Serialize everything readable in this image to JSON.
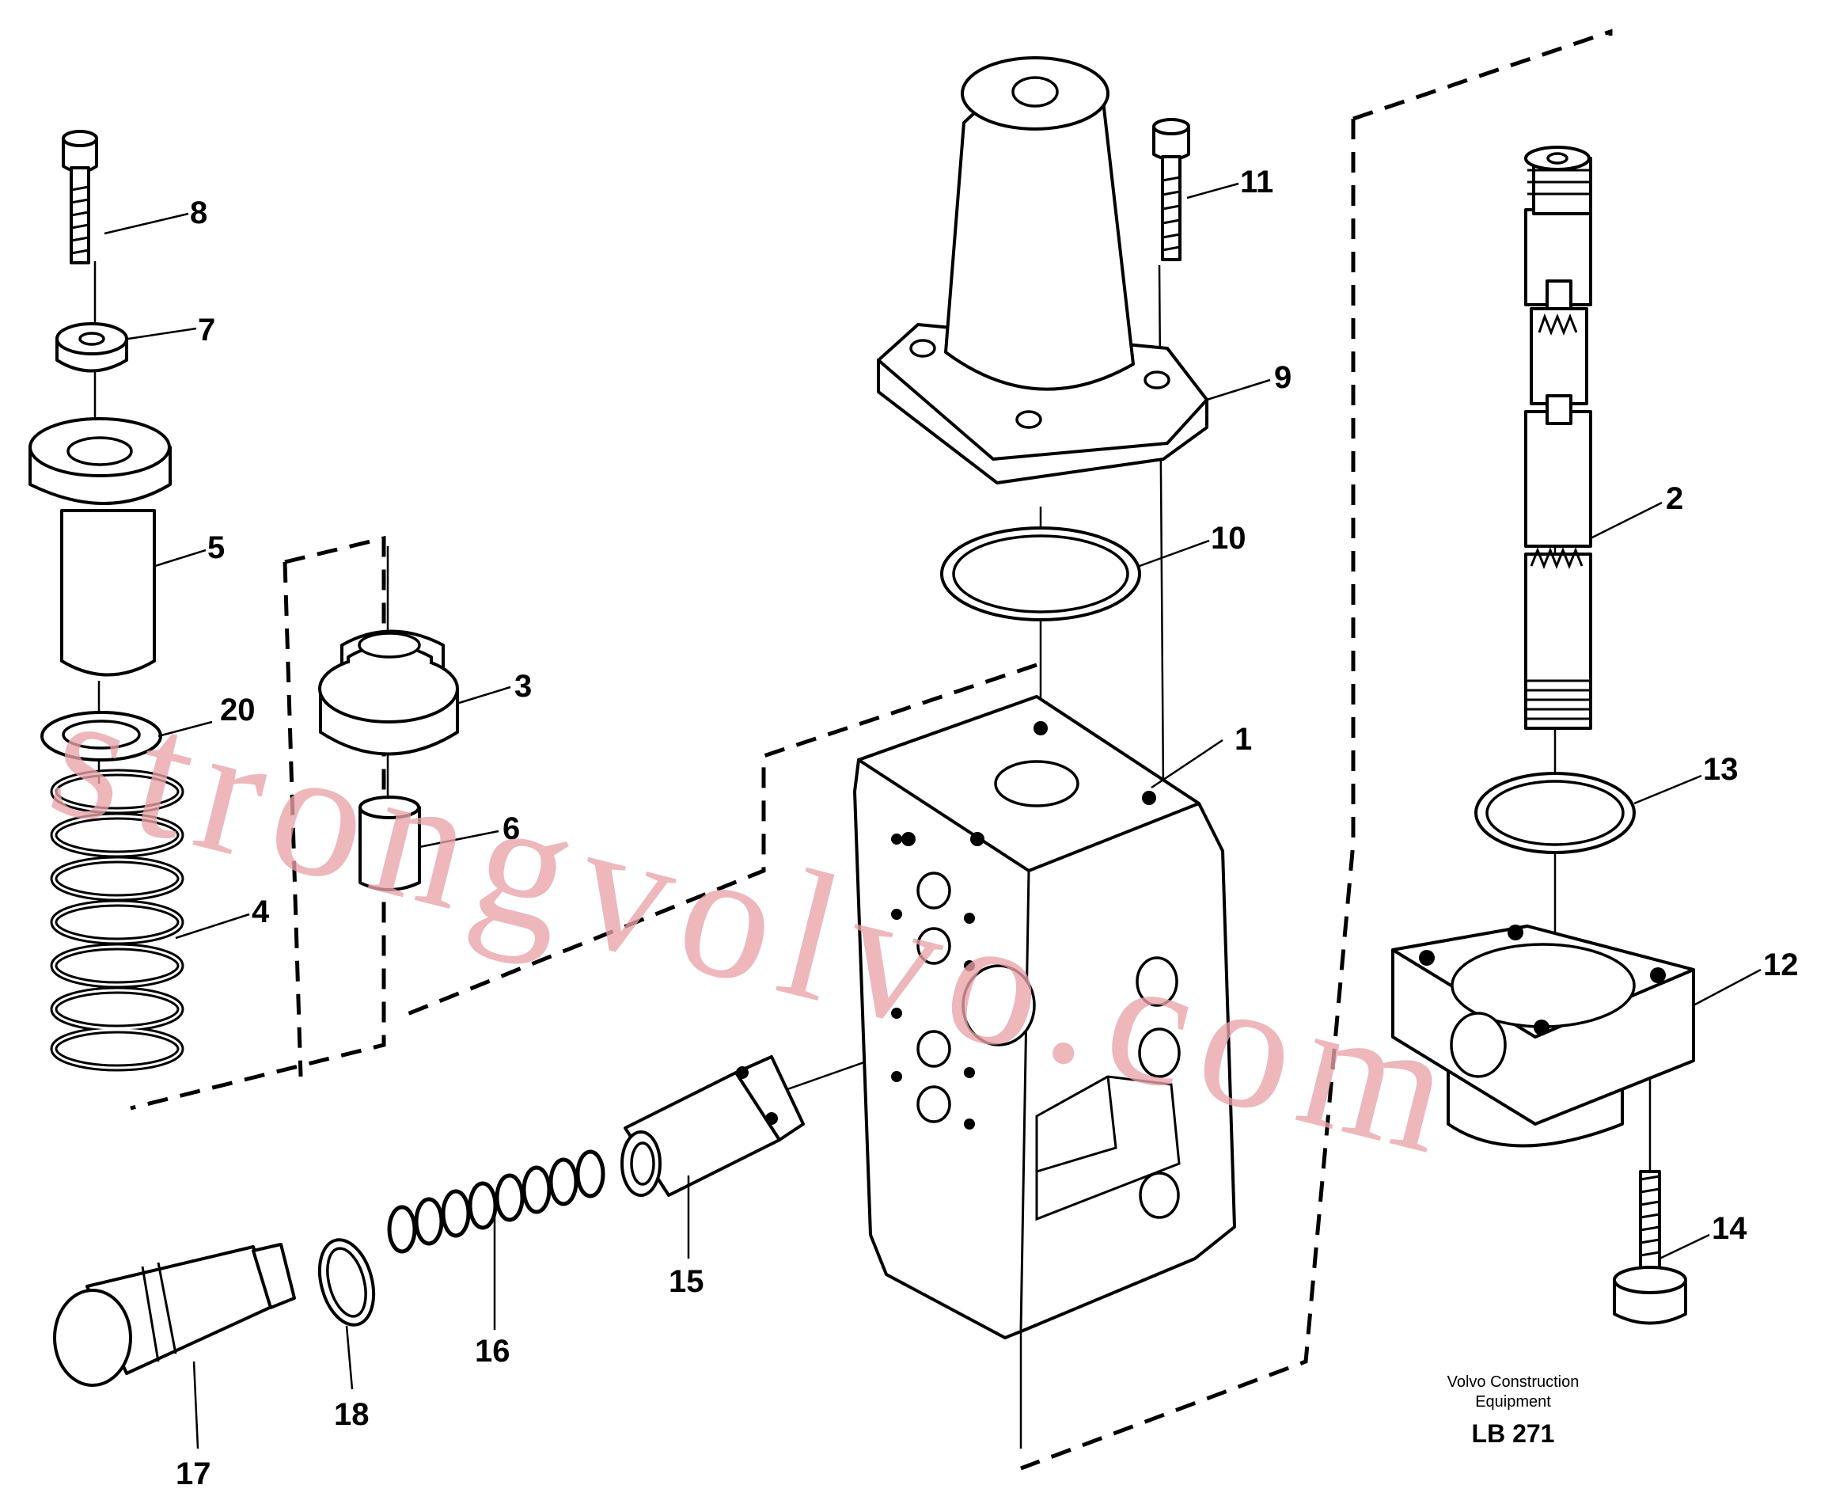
{
  "callouts": [
    {
      "n": "1"
    },
    {
      "n": "2"
    },
    {
      "n": "3"
    },
    {
      "n": "4"
    },
    {
      "n": "5"
    },
    {
      "n": "6"
    },
    {
      "n": "7"
    },
    {
      "n": "8"
    },
    {
      "n": "9"
    },
    {
      "n": "10"
    },
    {
      "n": "11"
    },
    {
      "n": "12"
    },
    {
      "n": "13"
    },
    {
      "n": "14"
    },
    {
      "n": "15"
    },
    {
      "n": "16"
    },
    {
      "n": "17"
    },
    {
      "n": "18"
    },
    {
      "n": "20"
    }
  ],
  "caption": {
    "line1": "Volvo Construction",
    "line2": "Equipment",
    "code": "LB 271"
  },
  "watermark": "strongvolvo.com",
  "colors": {
    "ink": "#000000",
    "watermark": "#e9a3a8",
    "background": "#ffffff"
  }
}
